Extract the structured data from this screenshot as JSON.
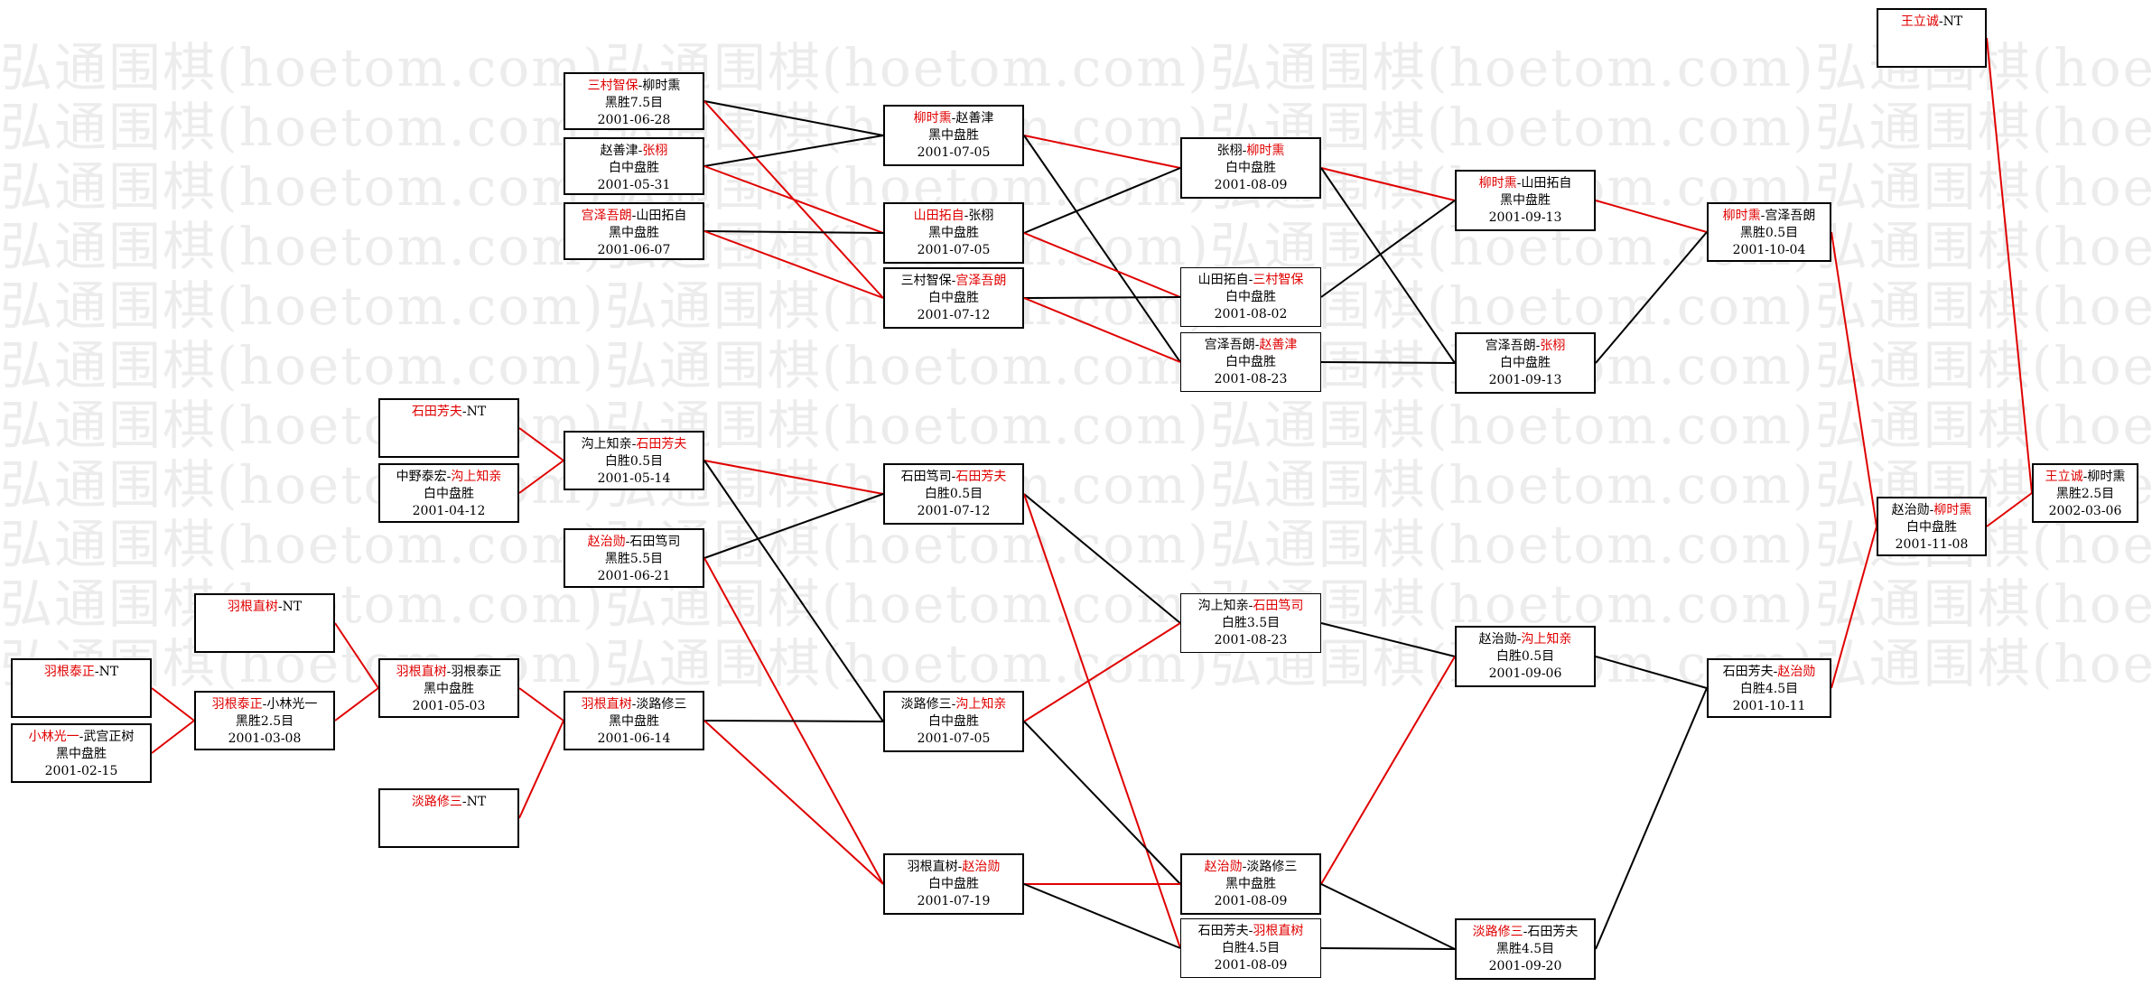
{
  "watermark": "弘通围棋(hoetom.com)",
  "colors": {
    "winner": "#e00000",
    "line_red": "#e00000",
    "line_black": "#000000",
    "border": "#000000",
    "watermark": "#ececec"
  },
  "games": [
    {
      "id": "g1",
      "p1": "三村智保",
      "p2": "柳时熏",
      "winner": 1,
      "result": "黑胜7.5目",
      "date": "2001-06-28"
    },
    {
      "id": "g2",
      "p1": "赵善津",
      "p2": "张栩",
      "winner": 2,
      "result": "白中盘胜",
      "date": "2001-05-31"
    },
    {
      "id": "g3",
      "p1": "宫泽吾朗",
      "p2": "山田拓自",
      "winner": 1,
      "result": "黑中盘胜",
      "date": "2001-06-07"
    },
    {
      "id": "g4",
      "p1": "柳时熏",
      "p2": "赵善津",
      "winner": 1,
      "result": "黑中盘胜",
      "date": "2001-07-05"
    },
    {
      "id": "g5",
      "p1": "山田拓自",
      "p2": "张栩",
      "winner": 1,
      "result": "黑中盘胜",
      "date": "2001-07-05"
    },
    {
      "id": "g6",
      "p1": "三村智保",
      "p2": "宫泽吾朗",
      "winner": 2,
      "result": "白中盘胜",
      "date": "2001-07-12"
    },
    {
      "id": "g7",
      "p1": "张栩",
      "p2": "柳时熏",
      "winner": 2,
      "result": "白中盘胜",
      "date": "2001-08-09"
    },
    {
      "id": "g8",
      "p1": "山田拓自",
      "p2": "三村智保",
      "winner": 2,
      "result": "白中盘胜",
      "date": "2001-08-02"
    },
    {
      "id": "g9",
      "p1": "宫泽吾朗",
      "p2": "赵善津",
      "winner": 2,
      "result": "白中盘胜",
      "date": "2001-08-23"
    },
    {
      "id": "g10",
      "p1": "柳时熏",
      "p2": "山田拓自",
      "winner": 1,
      "result": "黑中盘胜",
      "date": "2001-09-13"
    },
    {
      "id": "g11",
      "p1": "宫泽吾朗",
      "p2": "张栩",
      "winner": 2,
      "result": "白中盘胜",
      "date": "2001-09-13"
    },
    {
      "id": "g12",
      "p1": "柳时熏",
      "p2": "宫泽吾朗",
      "winner": 1,
      "result": "黑胜0.5目",
      "date": "2001-10-04"
    },
    {
      "id": "g13",
      "p1": "王立诚",
      "p2": "NT",
      "winner": 1,
      "result": "",
      "date": ""
    },
    {
      "id": "g14",
      "p1": "王立诚",
      "p2": "柳时熏",
      "winner": 1,
      "result": "黑胜2.5目",
      "date": "2002-03-06"
    },
    {
      "id": "g15",
      "p1": "赵治勋",
      "p2": "柳时熏",
      "winner": 2,
      "result": "白中盘胜",
      "date": "2001-11-08"
    },
    {
      "id": "g16",
      "p1": "石田芳夫",
      "p2": "NT",
      "winner": 1,
      "result": "",
      "date": ""
    },
    {
      "id": "g17",
      "p1": "中野泰宏",
      "p2": "沟上知亲",
      "winner": 2,
      "result": "白中盘胜",
      "date": "2001-04-12"
    },
    {
      "id": "g18",
      "p1": "沟上知亲",
      "p2": "石田芳夫",
      "winner": 2,
      "result": "白胜0.5目",
      "date": "2001-05-14"
    },
    {
      "id": "g19",
      "p1": "赵治勋",
      "p2": "石田笃司",
      "winner": 1,
      "result": "黑胜5.5目",
      "date": "2001-06-21"
    },
    {
      "id": "g20",
      "p1": "石田笃司",
      "p2": "石田芳夫",
      "winner": 2,
      "result": "白胜0.5目",
      "date": "2001-07-12"
    },
    {
      "id": "g21",
      "p1": "羽根直树",
      "p2": "NT",
      "winner": 1,
      "result": "",
      "date": ""
    },
    {
      "id": "g22",
      "p1": "羽根泰正",
      "p2": "NT",
      "winner": 1,
      "result": "",
      "date": ""
    },
    {
      "id": "g23",
      "p1": "小林光一",
      "p2": "武宫正树",
      "winner": 1,
      "result": "黑中盘胜",
      "date": "2001-02-15"
    },
    {
      "id": "g24",
      "p1": "羽根泰正",
      "p2": "小林光一",
      "winner": 1,
      "result": "黑胜2.5目",
      "date": "2001-03-08"
    },
    {
      "id": "g25",
      "p1": "羽根直树",
      "p2": "羽根泰正",
      "winner": 1,
      "result": "黑中盘胜",
      "date": "2001-05-03"
    },
    {
      "id": "g26",
      "p1": "羽根直树",
      "p2": "淡路修三",
      "winner": 1,
      "result": "黑中盘胜",
      "date": "2001-06-14"
    },
    {
      "id": "g27",
      "p1": "淡路修三",
      "p2": "NT",
      "winner": 1,
      "result": "",
      "date": ""
    },
    {
      "id": "g28",
      "p1": "淡路修三",
      "p2": "沟上知亲",
      "winner": 2,
      "result": "白中盘胜",
      "date": "2001-07-05"
    },
    {
      "id": "g29",
      "p1": "羽根直树",
      "p2": "赵治勋",
      "winner": 2,
      "result": "白中盘胜",
      "date": "2001-07-19"
    },
    {
      "id": "g30",
      "p1": "沟上知亲",
      "p2": "石田笃司",
      "winner": 2,
      "result": "白胜3.5目",
      "date": "2001-08-23"
    },
    {
      "id": "g31",
      "p1": "赵治勋",
      "p2": "淡路修三",
      "winner": 1,
      "result": "黑中盘胜",
      "date": "2001-08-09"
    },
    {
      "id": "g32",
      "p1": "石田芳夫",
      "p2": "羽根直树",
      "winner": 2,
      "result": "白胜4.5目",
      "date": "2001-08-09"
    },
    {
      "id": "g33",
      "p1": "赵治勋",
      "p2": "沟上知亲",
      "winner": 2,
      "result": "白胜0.5目",
      "date": "2001-09-06"
    },
    {
      "id": "g34",
      "p1": "淡路修三",
      "p2": "石田芳夫",
      "winner": 1,
      "result": "黑胜4.5目",
      "date": "2001-09-20"
    },
    {
      "id": "g35",
      "p1": "石田芳夫",
      "p2": "赵治勋",
      "winner": 2,
      "result": "白胜4.5目",
      "date": "2001-10-11"
    }
  ],
  "links": [
    {
      "from": "g1",
      "to": "g4",
      "color": "black"
    },
    {
      "from": "g1",
      "to": "g6",
      "color": "red"
    },
    {
      "from": "g2",
      "to": "g4",
      "color": "black"
    },
    {
      "from": "g2",
      "to": "g5",
      "color": "red"
    },
    {
      "from": "g3",
      "to": "g5",
      "color": "black"
    },
    {
      "from": "g3",
      "to": "g6",
      "color": "red"
    },
    {
      "from": "g4",
      "to": "g7",
      "color": "red"
    },
    {
      "from": "g4",
      "to": "g9",
      "color": "black"
    },
    {
      "from": "g5",
      "to": "g7",
      "color": "black"
    },
    {
      "from": "g5",
      "to": "g8",
      "color": "red"
    },
    {
      "from": "g6",
      "to": "g8",
      "color": "black"
    },
    {
      "from": "g6",
      "to": "g9",
      "color": "red"
    },
    {
      "from": "g7",
      "to": "g10",
      "color": "red"
    },
    {
      "from": "g7",
      "to": "g11",
      "color": "black"
    },
    {
      "from": "g8",
      "to": "g10",
      "color": "black"
    },
    {
      "from": "g9",
      "to": "g11",
      "color": "black"
    },
    {
      "from": "g10",
      "to": "g12",
      "color": "red"
    },
    {
      "from": "g11",
      "to": "g12",
      "color": "black"
    },
    {
      "from": "g12",
      "to": "g15",
      "color": "red"
    },
    {
      "from": "g13",
      "to": "g14",
      "color": "red"
    },
    {
      "from": "g15",
      "to": "g14",
      "color": "red"
    },
    {
      "from": "g16",
      "to": "g18",
      "color": "red"
    },
    {
      "from": "g17",
      "to": "g18",
      "color": "red"
    },
    {
      "from": "g18",
      "to": "g20",
      "color": "red"
    },
    {
      "from": "g18",
      "to": "g28",
      "color": "black"
    },
    {
      "from": "g19",
      "to": "g20",
      "color": "black"
    },
    {
      "from": "g19",
      "to": "g29",
      "color": "red"
    },
    {
      "from": "g22",
      "to": "g24",
      "color": "red"
    },
    {
      "from": "g23",
      "to": "g24",
      "color": "red"
    },
    {
      "from": "g21",
      "to": "g25",
      "color": "red"
    },
    {
      "from": "g24",
      "to": "g25",
      "color": "red"
    },
    {
      "from": "g25",
      "to": "g26",
      "color": "red"
    },
    {
      "from": "g27",
      "to": "g26",
      "color": "red"
    },
    {
      "from": "g26",
      "to": "g28",
      "color": "black"
    },
    {
      "from": "g26",
      "to": "g29",
      "color": "red"
    },
    {
      "from": "g20",
      "to": "g30",
      "color": "black"
    },
    {
      "from": "g20",
      "to": "g32",
      "color": "red"
    },
    {
      "from": "g28",
      "to": "g30",
      "color": "red"
    },
    {
      "from": "g28",
      "to": "g31",
      "color": "black"
    },
    {
      "from": "g29",
      "to": "g31",
      "color": "red"
    },
    {
      "from": "g29",
      "to": "g32",
      "color": "black"
    },
    {
      "from": "g30",
      "to": "g33",
      "color": "black"
    },
    {
      "from": "g31",
      "to": "g33",
      "color": "red"
    },
    {
      "from": "g31",
      "to": "g34",
      "color": "black"
    },
    {
      "from": "g32",
      "to": "g34",
      "color": "black"
    },
    {
      "from": "g33",
      "to": "g35",
      "color": "black"
    },
    {
      "from": "g34",
      "to": "g35",
      "color": "black"
    },
    {
      "from": "g35",
      "to": "g15",
      "color": "red"
    }
  ]
}
